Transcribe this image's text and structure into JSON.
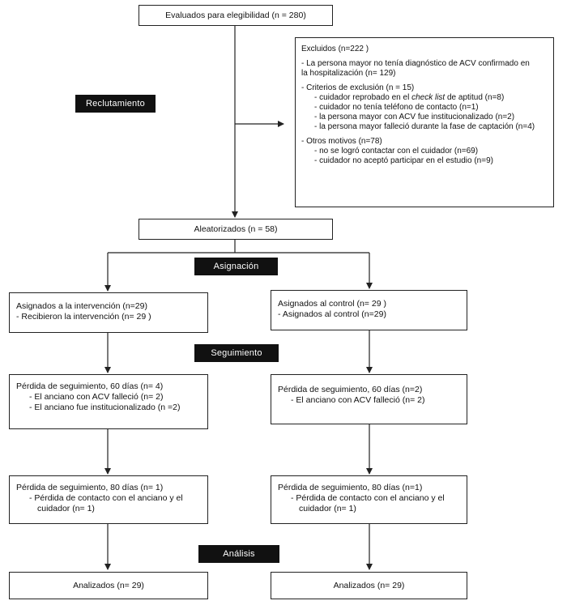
{
  "boxes": {
    "eligibility": "Evaluados para elegibilidad (n = 280)",
    "randomized": "Aleatorizados (n = 58)",
    "analyzed_left": "Analizados (n= 29)",
    "analyzed_right": "Analizados (n= 29)"
  },
  "phases": {
    "recruitment": "Reclutamiento",
    "allocation": "Asignación",
    "followup": "Seguimiento",
    "analysis": "Análisis"
  },
  "excluded": {
    "title": "Excluidos  (n=222 )",
    "item1_a": "- La persona mayor no tenía diagnóstico de ACV confirmado en",
    "item1_b": "la hospitalización  (n= 129)",
    "item2": "- Criterios de exclusión (n = 15)",
    "item2_sub1_pre": "- cuidador reprobado en el ",
    "item2_sub1_em": "check list",
    "item2_sub1_post": " de aptitud (n=8)",
    "item2_sub2": "- cuidador no tenía teléfono de contacto (n=1)",
    "item2_sub3": "- la persona mayor con ACV fue institucionalizado (n=2)",
    "item2_sub4": "- la persona mayor falleció durante la fase de captación (n=4)",
    "item3": "- Otros motivos (n=78)",
    "item3_sub1": "- no se logró contactar con el cuidador (n=69)",
    "item3_sub2": "- cuidador no aceptó participar en el estudio (n=9)"
  },
  "intervention": {
    "line1": "Asignados a la intervención (n=29)",
    "line2": "- Recibieron la intervención (n= 29 )"
  },
  "control": {
    "line1": "Asignados al control (n= 29 )",
    "line2": "- Asignados al control (n=29)"
  },
  "loss60_left": {
    "line1": "Pérdida de seguimiento, 60 días (n= 4)",
    "line2": "-   El anciano con ACV falleció (n= 2)",
    "line3": "-   El anciano fue institucionalizado (n =2)"
  },
  "loss60_right": {
    "line1": "Pérdida de seguimiento, 60 días (n=2)",
    "line2": "-   El anciano con ACV falleció  (n= 2)"
  },
  "loss80_left": {
    "line1": "Pérdida de seguimiento, 80 días (n= 1)",
    "line2": "-   Pérdida de contacto con el anciano y el",
    "line3": "cuidador (n= 1)"
  },
  "loss80_right": {
    "line1": "Pérdida de seguimiento, 80 días (n=1)",
    "line2": "-   Pérdida de contacto con el anciano y el",
    "line3": "cuidador (n= 1)"
  }
}
